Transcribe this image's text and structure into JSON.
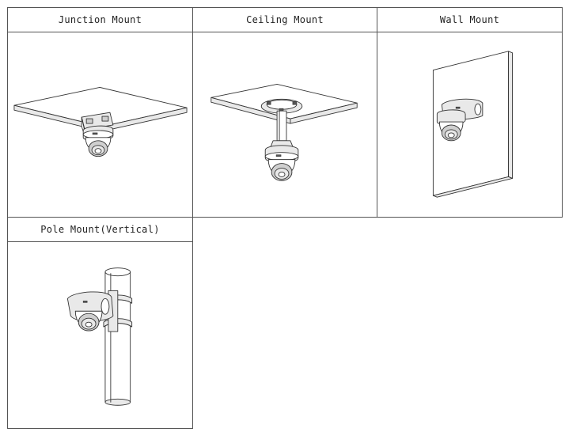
{
  "mounts": [
    {
      "title": "Junction Mount"
    },
    {
      "title": "Ceiling Mount"
    },
    {
      "title": "Wall Mount"
    },
    {
      "title": "Pole Mount(Vertical)"
    }
  ]
}
